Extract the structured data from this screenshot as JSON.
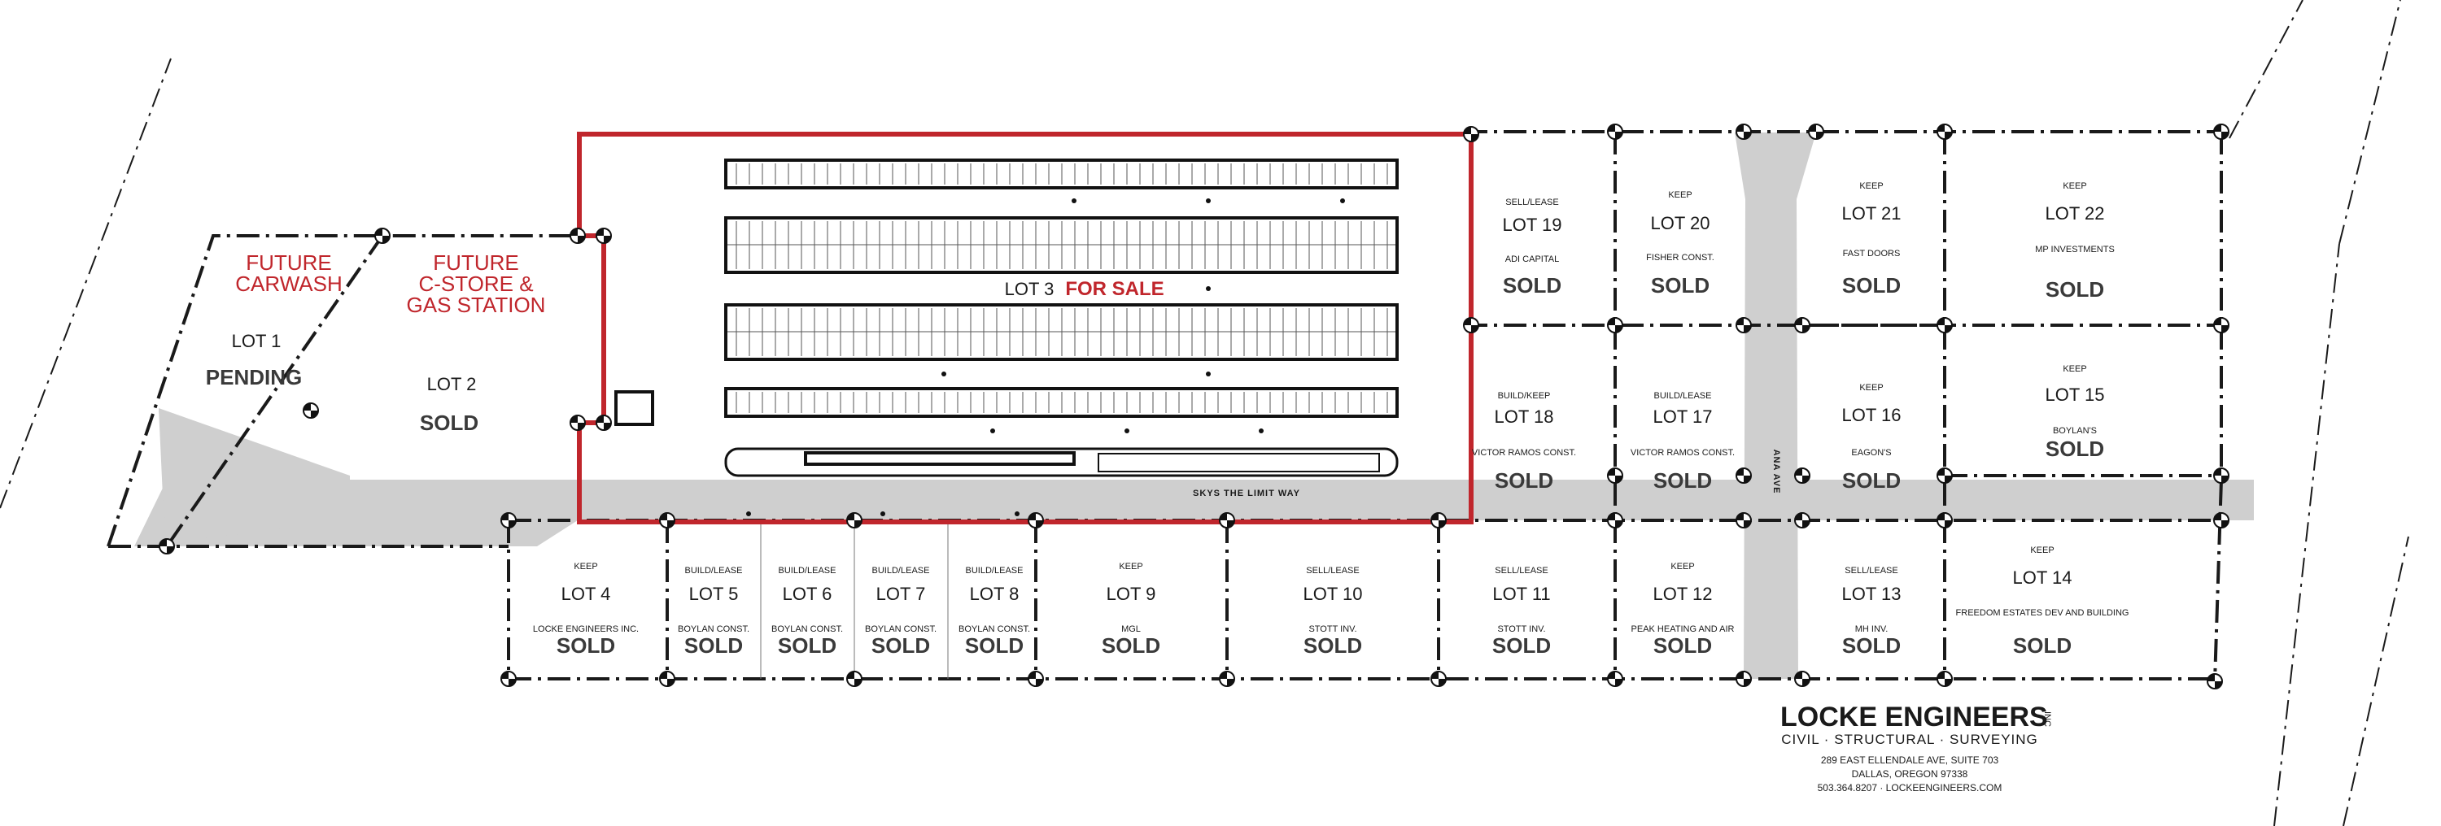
{
  "lots": [
    {
      "id": "lot-1",
      "name": "LOT 1",
      "status": "PENDING",
      "note": "",
      "owner": ""
    },
    {
      "id": "lot-2",
      "name": "LOT 2",
      "status": "SOLD",
      "note": "",
      "owner": ""
    },
    {
      "id": "lot-3",
      "name": "LOT 3",
      "status": "FOR SALE",
      "note": "",
      "owner": ""
    },
    {
      "id": "lot-4",
      "name": "LOT 4",
      "status": "SOLD",
      "note": "KEEP",
      "owner": "LOCKE ENGINEERS INC."
    },
    {
      "id": "lot-5",
      "name": "LOT 5",
      "status": "SOLD",
      "note": "BUILD/LEASE",
      "owner": "BOYLAN CONST."
    },
    {
      "id": "lot-6",
      "name": "LOT 6",
      "status": "SOLD",
      "note": "BUILD/LEASE",
      "owner": "BOYLAN CONST."
    },
    {
      "id": "lot-7",
      "name": "LOT 7",
      "status": "SOLD",
      "note": "BUILD/LEASE",
      "owner": "BOYLAN CONST."
    },
    {
      "id": "lot-8",
      "name": "LOT 8",
      "status": "SOLD",
      "note": "BUILD/LEASE",
      "owner": "BOYLAN CONST."
    },
    {
      "id": "lot-9",
      "name": "LOT 9",
      "status": "SOLD",
      "note": "KEEP",
      "owner": "MGL"
    },
    {
      "id": "lot-10",
      "name": "LOT 10",
      "status": "SOLD",
      "note": "SELL/LEASE",
      "owner": "STOTT INV."
    },
    {
      "id": "lot-11",
      "name": "LOT 11",
      "status": "SOLD",
      "note": "SELL/LEASE",
      "owner": "STOTT INV."
    },
    {
      "id": "lot-12",
      "name": "LOT 12",
      "status": "SOLD",
      "note": "KEEP",
      "owner": "PEAK HEATING AND AIR"
    },
    {
      "id": "lot-13",
      "name": "LOT 13",
      "status": "SOLD",
      "note": "SELL/LEASE",
      "owner": "MH INV."
    },
    {
      "id": "lot-14",
      "name": "LOT 14",
      "status": "SOLD",
      "note": "KEEP",
      "owner": "FREEDOM ESTATES DEV AND BUILDING"
    },
    {
      "id": "lot-15",
      "name": "LOT 15",
      "status": "SOLD",
      "note": "KEEP",
      "owner": "BOYLAN'S"
    },
    {
      "id": "lot-16",
      "name": "LOT 16",
      "status": "SOLD",
      "note": "KEEP",
      "owner": "EAGON'S"
    },
    {
      "id": "lot-17",
      "name": "LOT 17",
      "status": "SOLD",
      "note": "BUILD/LEASE",
      "owner": "VICTOR RAMOS CONST."
    },
    {
      "id": "lot-18",
      "name": "LOT 18",
      "status": "SOLD",
      "note": "BUILD/KEEP",
      "owner": "VICTOR RAMOS CONST."
    },
    {
      "id": "lot-19",
      "name": "LOT 19",
      "status": "SOLD",
      "note": "SELL/LEASE",
      "owner": "ADI CAPITAL"
    },
    {
      "id": "lot-20",
      "name": "LOT 20",
      "status": "SOLD",
      "note": "KEEP",
      "owner": "FISHER CONST."
    },
    {
      "id": "lot-21",
      "name": "LOT 21",
      "status": "SOLD",
      "note": "KEEP",
      "owner": "FAST DOORS"
    },
    {
      "id": "lot-22",
      "name": "LOT 22",
      "status": "SOLD",
      "note": "KEEP",
      "owner": "MP INVESTMENTS"
    }
  ],
  "future_uses": {
    "carwash": [
      "FUTURE",
      "CARWASH"
    ],
    "cstore": [
      "FUTURE",
      "C-STORE &",
      "GAS STATION"
    ]
  },
  "streets": {
    "main": "SKYS THE LIMIT WAY",
    "avenue": "ANA AVE"
  },
  "firm": {
    "name": "LOCKE ENGINEERS",
    "suffix": "INC",
    "services": "CIVIL · STRUCTURAL · SURVEYING",
    "address1": "289 EAST ELLENDALE AVE, SUITE 703",
    "address2": "DALLAS, OREGON 97338",
    "contact": "503.364.8207 · LOCKEENGINEERS.COM"
  },
  "colors": {
    "boundary": "#1a1a1a",
    "highlight": "#c0262c",
    "road": "#cfcfcf"
  }
}
